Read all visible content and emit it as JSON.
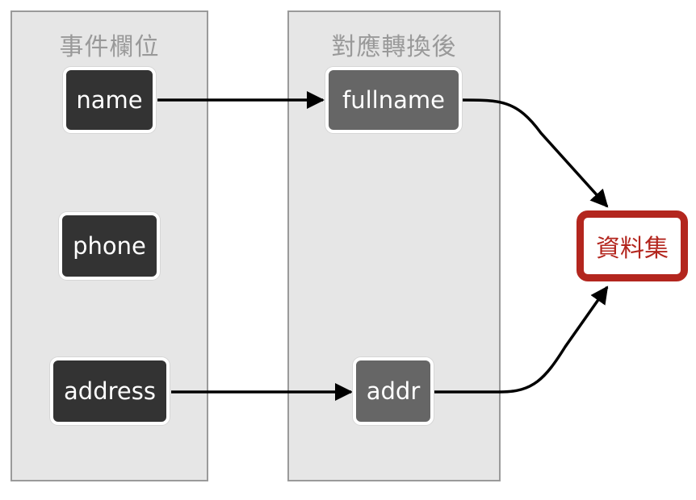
{
  "panels": {
    "event_fields": {
      "title": "事件欄位",
      "nodes": [
        "name",
        "phone",
        "address"
      ]
    },
    "mapped": {
      "title": "對應轉換後",
      "nodes": [
        "fullname",
        "addr"
      ]
    }
  },
  "target": {
    "label": "資料集",
    "color": "#b3261e"
  },
  "edges": [
    {
      "from": "name",
      "to": "fullname"
    },
    {
      "from": "address",
      "to": "addr"
    },
    {
      "from": "fullname",
      "to": "資料集"
    },
    {
      "from": "addr",
      "to": "資料集"
    }
  ],
  "colors": {
    "panel_background": "#e6e6e6",
    "panel_border": "#9a9a9a",
    "source_node": "#333333",
    "mapped_node": "#666666",
    "arrow": "#000000"
  }
}
